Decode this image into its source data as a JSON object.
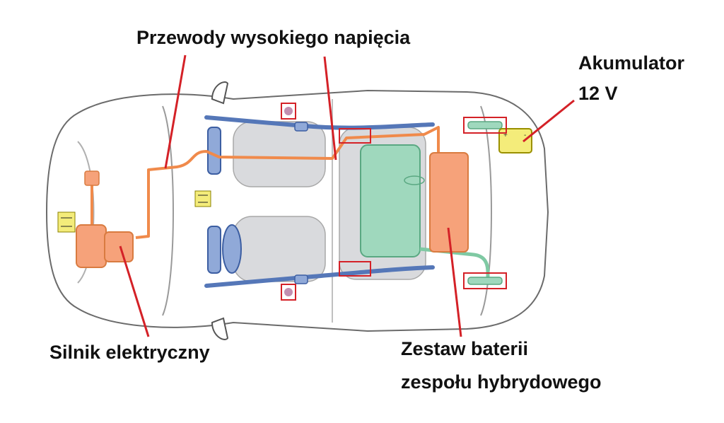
{
  "labels": {
    "high_voltage_cables": "Przewody wysokiego napięcia",
    "battery_12v_line1": "Akumulator",
    "battery_12v_line2": "12 V",
    "electric_motor": "Silnik elektryczny",
    "hybrid_pack_line1": "Zestaw baterii",
    "hybrid_pack_line2": "zespołu hybrydowego"
  },
  "colors": {
    "car_outline": "#6b6b6b",
    "seat_fill": "#d9dadd",
    "hv_cable": "#f08a4b",
    "hv_component": "#f6a27a",
    "low_voltage_rail": "#5577b8",
    "rail_fill": "#90a9d8",
    "hybrid_fuel_tank": "#9fd8bd",
    "battery_12v": "#f4ec7a",
    "pointer_line": "#d42127",
    "warning_box": "#d42127"
  },
  "icons": [
    "resistor-warning-icon",
    "airbag-sensor-icon"
  ]
}
